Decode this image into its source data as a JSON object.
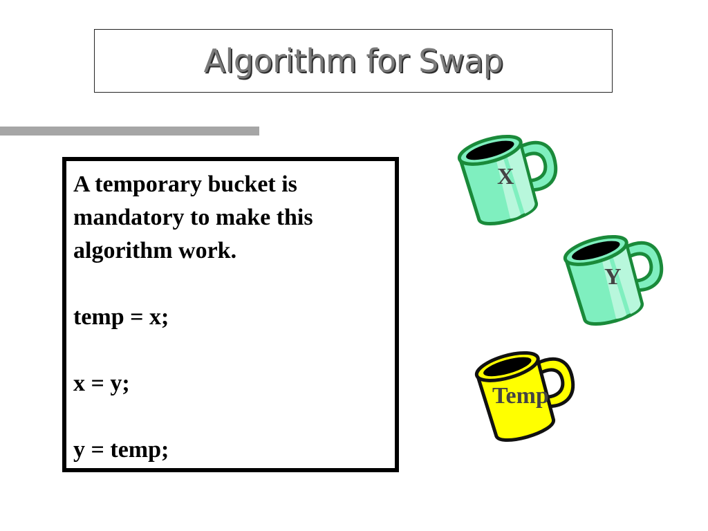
{
  "slide": {
    "title": "Algorithm for Swap",
    "content": {
      "intro_lines": [
        "A temporary bucket is",
        "mandatory to make this",
        "algorithm work."
      ],
      "code": [
        "temp = x;",
        "x = y;",
        "y = temp;"
      ]
    },
    "mugs": {
      "x": {
        "label": "X",
        "color": "#7fefbf"
      },
      "y": {
        "label": "Y",
        "color": "#7fefbf"
      },
      "temp": {
        "label": "Temp",
        "color": "#ffff00"
      }
    },
    "colors": {
      "title_text": "#7a7a7a",
      "accent_bar": "#a6a6a6",
      "mug_outline_green": "#1a8a3a",
      "mug_outline_yellow": "#111111"
    }
  }
}
